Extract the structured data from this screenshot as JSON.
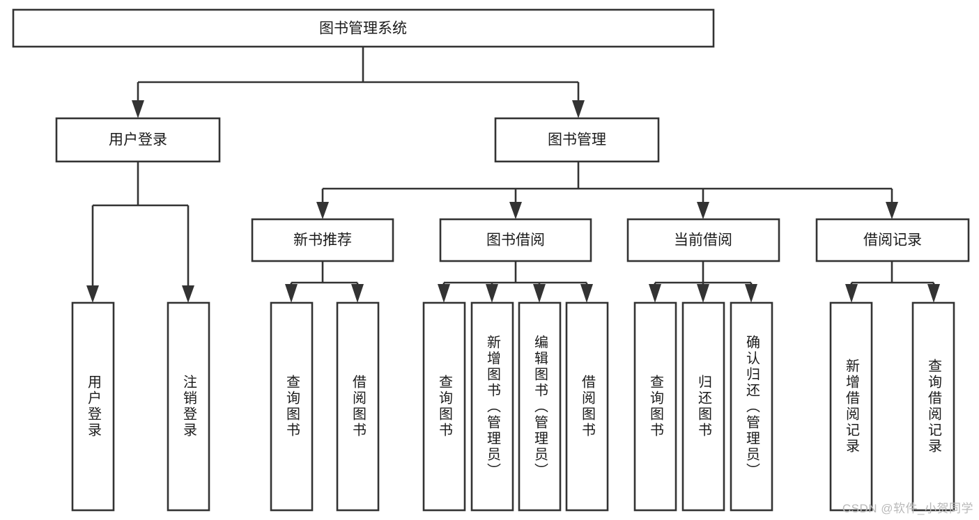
{
  "diagram": {
    "type": "tree",
    "title": "图书管理系统",
    "watermark": "CSDN @软件_小贺同学",
    "colors": {
      "stroke": "#333333",
      "fill": "#ffffff",
      "text": "#1b1b1b",
      "watermark": "#b9b9b9",
      "background": "#ffffff"
    },
    "root": {
      "label": "图书管理系统",
      "orientation": "horizontal"
    },
    "level1": [
      {
        "label": "用户登录",
        "orientation": "horizontal"
      },
      {
        "label": "图书管理",
        "orientation": "horizontal"
      }
    ],
    "level2": [
      {
        "label": "新书推荐",
        "orientation": "horizontal",
        "parent": "图书管理"
      },
      {
        "label": "图书借阅",
        "orientation": "horizontal",
        "parent": "图书管理"
      },
      {
        "label": "当前借阅",
        "orientation": "horizontal",
        "parent": "图书管理"
      },
      {
        "label": "借阅记录",
        "orientation": "horizontal",
        "parent": "图书管理"
      }
    ],
    "leaves": {
      "user_login": [
        {
          "label": "用户登录",
          "orientation": "vertical"
        },
        {
          "label": "注销登录",
          "orientation": "vertical"
        }
      ],
      "new_book": [
        {
          "label": "查询图书",
          "orientation": "vertical"
        },
        {
          "label": "借阅图书",
          "orientation": "vertical"
        }
      ],
      "book_borrow": [
        {
          "label": "查询图书",
          "orientation": "vertical"
        },
        {
          "label": "新增图书（管理员）",
          "orientation": "vertical"
        },
        {
          "label": "编辑图书（管理员）",
          "orientation": "vertical"
        },
        {
          "label": "借阅图书",
          "orientation": "vertical"
        }
      ],
      "current_borrow": [
        {
          "label": "查询图书",
          "orientation": "vertical"
        },
        {
          "label": "归还图书",
          "orientation": "vertical"
        },
        {
          "label": "确认归还（管理员）",
          "orientation": "vertical"
        }
      ],
      "borrow_record": [
        {
          "label": "新增借阅记录",
          "orientation": "vertical"
        },
        {
          "label": "查询借阅记录",
          "orientation": "vertical"
        }
      ]
    }
  }
}
